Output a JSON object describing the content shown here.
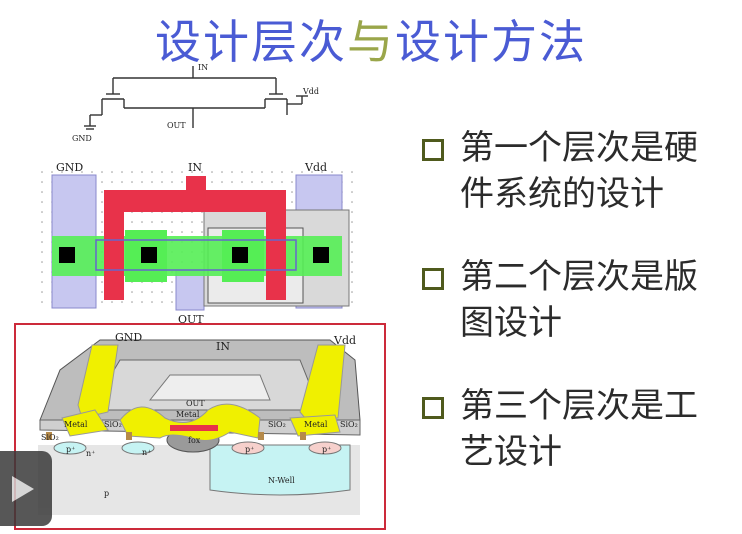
{
  "title": {
    "part1": "设计层次",
    "part2": "与",
    "part3": "设计方法"
  },
  "bullets": [
    {
      "line1": "第一个层次是硬",
      "line2": "件系统的设计"
    },
    {
      "line1": "第二个层次是版",
      "line2": "图设计"
    },
    {
      "line1": "第三个层次是工",
      "line2": "艺设计"
    }
  ],
  "schematic": {
    "in": "IN",
    "out": "OUT",
    "gnd": "GND",
    "vdd": "Vdd"
  },
  "layout": {
    "gnd": "GND",
    "in": "IN",
    "vdd": "Vdd",
    "out": "OUT"
  },
  "cross_section": {
    "gnd": "GND",
    "in": "IN",
    "vdd": "Vdd",
    "out": "OUT",
    "metal": "Metal",
    "sio2": "SiO₂",
    "nplus": "n⁺",
    "pplus": "p⁺",
    "fox": "fox",
    "psub": "p",
    "nwell": "N-Well"
  },
  "colors": {
    "title_blue": "#4a5bd4",
    "title_olive": "#9aa64a",
    "frame_red": "#cc2a3a",
    "poly_red": "#e8324a",
    "diff_green": "#44ee44",
    "metal_yellow": "#f0f000"
  },
  "icons": {
    "bullet": "hollow-square-bullet-icon",
    "player": "play-icon"
  }
}
